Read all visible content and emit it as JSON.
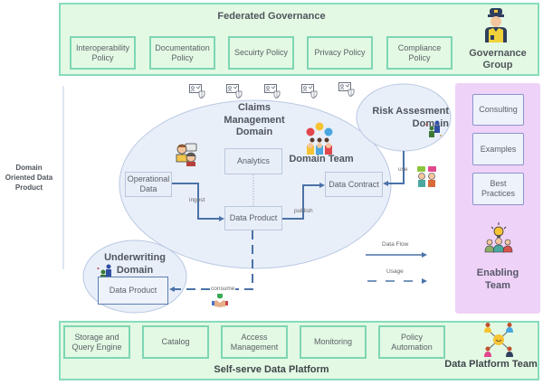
{
  "governance": {
    "title": "Federated Governance",
    "policies": [
      "Interoperability Policy",
      "Documentation Policy",
      "Secuirty Policy",
      "Privacy Policy",
      "Compliance Policy"
    ],
    "group_label": "Governance Group",
    "group_icon": "security-guard-icon"
  },
  "side_label": "Domain Oriented Data Product",
  "policy_icons": [
    "id-shield-icon",
    "id-shield-icon",
    "id-shield-icon",
    "id-shield-icon",
    "id-shield-icon"
  ],
  "claims_domain": {
    "title": "Claims Management Domain",
    "analytics": "Analytics",
    "operational_data": "Operational Data",
    "data_product": "Data Product",
    "data_contract": "Data Contract",
    "domain_team": "Domain Team",
    "ingest_label": "ingest",
    "publish_label": "publish"
  },
  "risk_domain": {
    "title": "Risk Assesment Domain",
    "use_label": "use"
  },
  "underwriting_domain": {
    "title": "Underwriting Domain",
    "data_product": "Data Product",
    "consume_label": "consume"
  },
  "legend": {
    "data_flow": "Data Flow",
    "usage": "Usage"
  },
  "enabling": {
    "items": [
      "Consulting",
      "Examples",
      "Best Practices"
    ],
    "team_label": "Enabling Team"
  },
  "platform": {
    "title": "Self-serve Data Platform",
    "items": [
      "Storage and Query Engine",
      "Catalog",
      "Access Management",
      "Monitoring",
      "Policy Automation"
    ],
    "team_label": "Data Platform Team"
  },
  "colors": {
    "green_fill": "#e3f9e3",
    "green_border": "#86dcbc",
    "pink_fill": "#efd2f7",
    "domain_fill": "#e9eff9",
    "arrow": "#4a72a8"
  }
}
